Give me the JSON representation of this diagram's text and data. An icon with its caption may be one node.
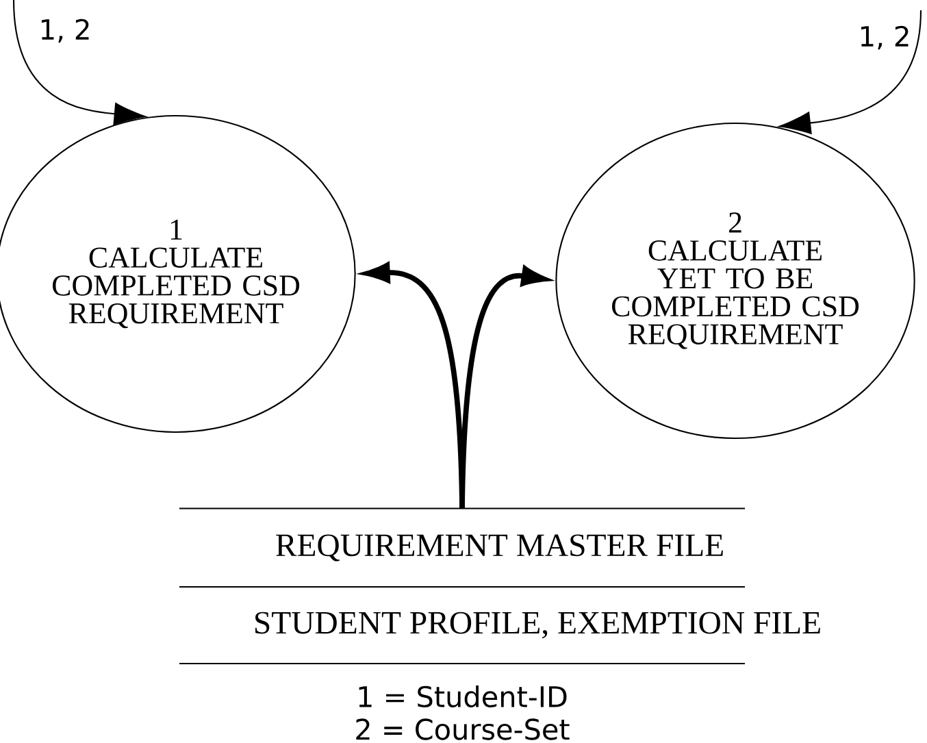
{
  "diagram": {
    "nodes": [
      {
        "text": [
          "1",
          "CALCULATE COMPLETED CSD REQUIREMENT"
        ]
      },
      {
        "text": [
          "2",
          "CALCULATE YET TO BE COMPLETED CSD REQUIREMENT"
        ]
      },
      {
        "text": [
          "REQUIREMENT MASTER FILE"
        ]
      },
      {
        "text": [
          "STUDENT PROFILE, EXEMPTION FILE"
        ]
      }
    ],
    "edges": [
      {
        "from": null,
        "to": 0,
        "arrow": "to",
        "label": "1, 2"
      },
      {
        "from": null,
        "to": 1,
        "arrow": "to",
        "label": "1, 2"
      },
      {
        "from": 2,
        "to": 0,
        "arrow": "to",
        "style": "thick"
      },
      {
        "from": 2,
        "to": 1,
        "arrow": "to",
        "style": "thick"
      }
    ],
    "labels": [
      "1 = Student-ID",
      "2 = Course-Set"
    ]
  }
}
